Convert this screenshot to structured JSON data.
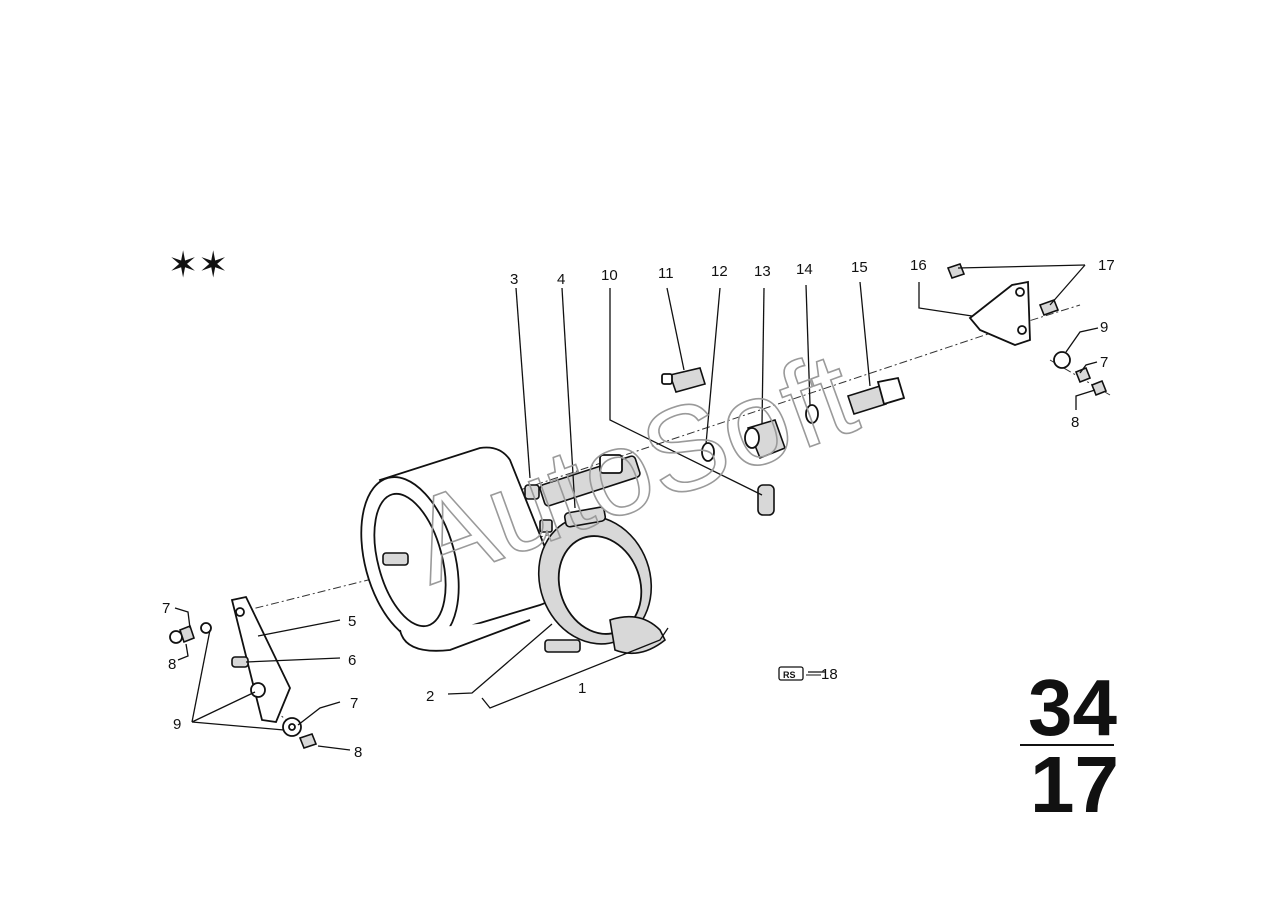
{
  "diagram": {
    "stars": "✶✶",
    "section": {
      "top": "34",
      "bottom": "17"
    },
    "watermark": "AutoSoft",
    "callouts": [
      {
        "id": "c1",
        "text": "1"
      },
      {
        "id": "c2",
        "text": "2"
      },
      {
        "id": "c3",
        "text": "3"
      },
      {
        "id": "c4",
        "text": "4"
      },
      {
        "id": "c5",
        "text": "5"
      },
      {
        "id": "c6",
        "text": "6"
      },
      {
        "id": "c7a",
        "text": "7"
      },
      {
        "id": "c7b",
        "text": "7"
      },
      {
        "id": "c7c",
        "text": "7"
      },
      {
        "id": "c8a",
        "text": "8"
      },
      {
        "id": "c8b",
        "text": "8"
      },
      {
        "id": "c8c",
        "text": "8"
      },
      {
        "id": "c9a",
        "text": "9"
      },
      {
        "id": "c9b",
        "text": "9"
      },
      {
        "id": "c10",
        "text": "10"
      },
      {
        "id": "c11",
        "text": "11"
      },
      {
        "id": "c12",
        "text": "12"
      },
      {
        "id": "c13",
        "text": "13"
      },
      {
        "id": "c14",
        "text": "14"
      },
      {
        "id": "c15",
        "text": "15"
      },
      {
        "id": "c16",
        "text": "16"
      },
      {
        "id": "c17",
        "text": "17"
      },
      {
        "id": "c18",
        "text": "—18"
      }
    ],
    "rs_badge": "RS"
  }
}
